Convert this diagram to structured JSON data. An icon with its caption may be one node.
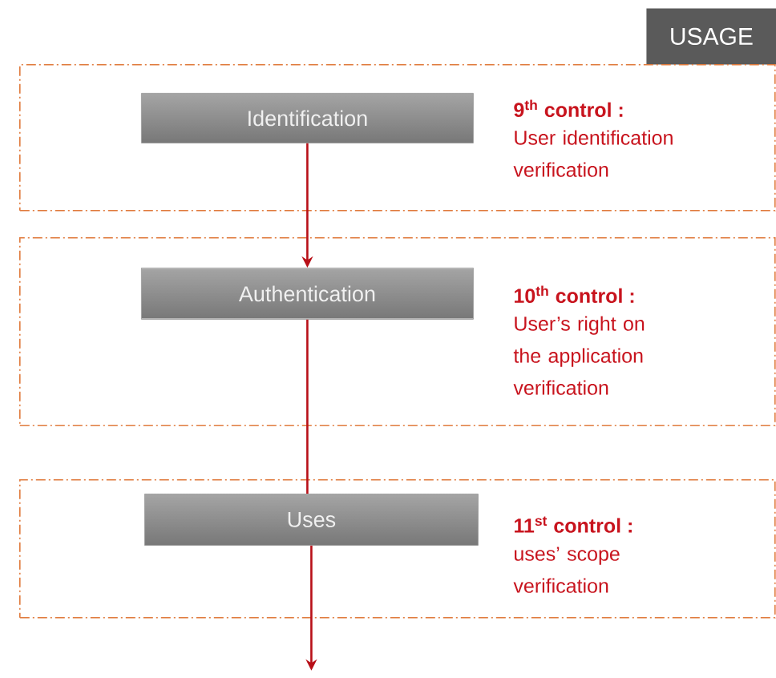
{
  "diagram": {
    "nodes": [
      {
        "text": [
          "USAGE"
        ]
      },
      {
        "text": [
          "9$^{th}$ control :",
          "User identification verification"
        ]
      },
      {
        "text": [
          "Identification"
        ],
        "in": 1
      },
      {
        "text": [
          "10$^{th}$ control :",
          "User’s right on the application verification"
        ]
      },
      {
        "text": [
          "Authentication"
        ],
        "in": 3
      },
      {
        "text": [
          "11$^{st}$ control :",
          "uses’ scope verification"
        ]
      },
      {
        "text": [
          "Uses"
        ],
        "in": 5
      }
    ],
    "edges": [
      {
        "from": 2,
        "to": 4,
        "arrow": "to"
      },
      {
        "from": 4,
        "to": 6,
        "arrow": "none"
      },
      {
        "from": 6,
        "to": null,
        "arrow": "to"
      }
    ]
  }
}
